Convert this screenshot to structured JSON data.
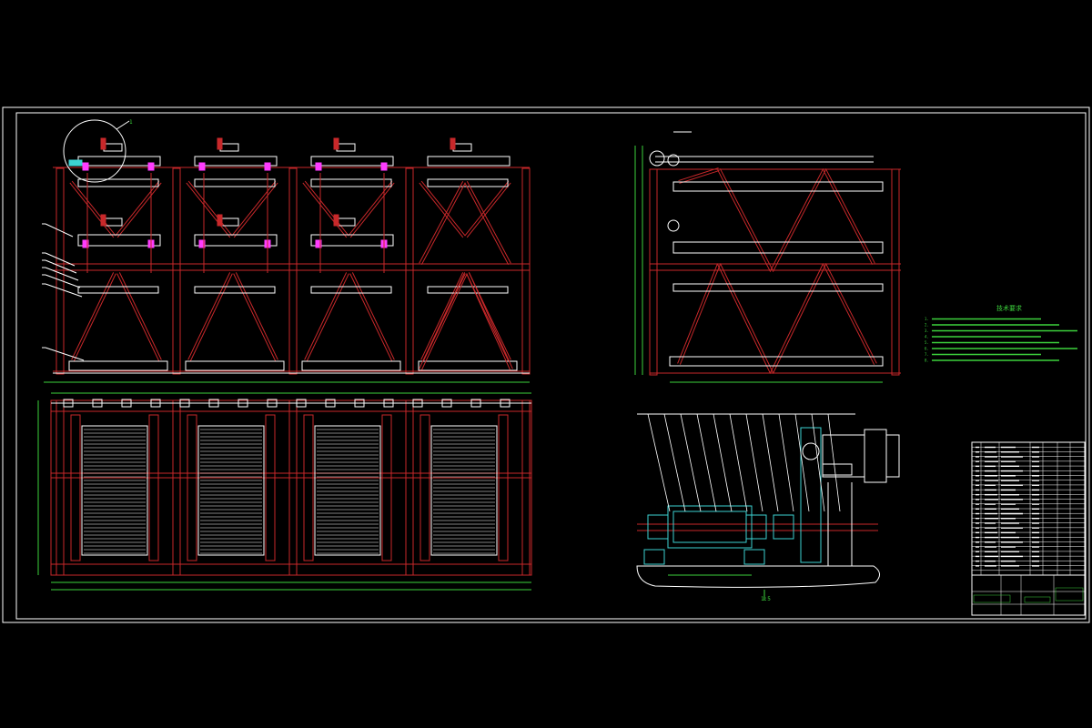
{
  "colors": {
    "background": "#000000",
    "frame": "#ffffff",
    "structure": "#c8282a",
    "lines": "#ffffff",
    "dimension": "#3cd23c",
    "accent": "#ff3cff",
    "cyan": "#3cd2d2",
    "notes": "#3cd23c",
    "title_block": "#ffffff"
  },
  "drawing": {
    "label": "",
    "balloon_label": "1",
    "section_label": "1:5"
  },
  "notes": {
    "heading": "技术要求",
    "lines": [
      "1.",
      "2.",
      "3.",
      "4.",
      "5.",
      "6.",
      "7.",
      "8."
    ]
  },
  "title_block": {
    "rows": 28
  }
}
